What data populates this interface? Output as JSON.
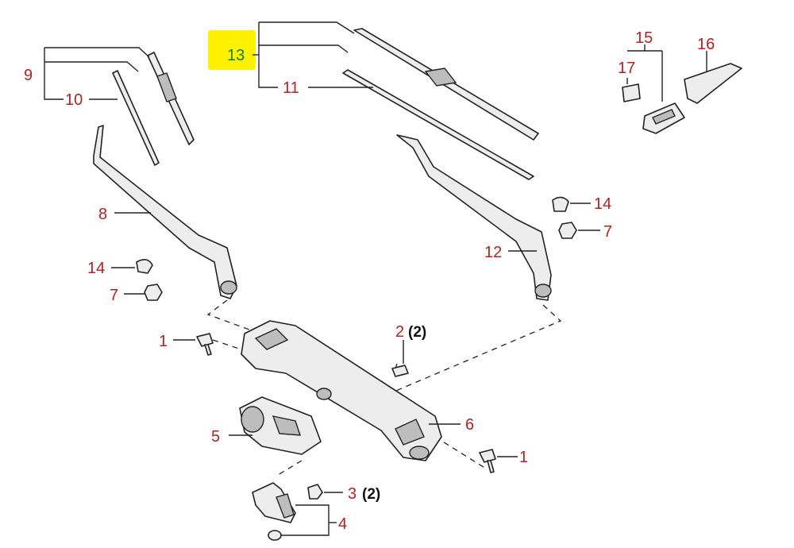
{
  "highlight_color": "#fff200",
  "callout_color": "#b22222",
  "callouts": {
    "c1a": "1",
    "c1b": "1",
    "c2": "2",
    "c2_qty": "(2)",
    "c3": "3",
    "c3_qty": "(2)",
    "c4": "4",
    "c5": "5",
    "c6": "6",
    "c7a": "7",
    "c7b": "7",
    "c8": "8",
    "c9": "9",
    "c10": "10",
    "c11": "11",
    "c12": "12",
    "c13": "13",
    "c14a": "14",
    "c14b": "14",
    "c15": "15",
    "c16": "16",
    "c17": "17"
  },
  "highlighted_callout": "13"
}
